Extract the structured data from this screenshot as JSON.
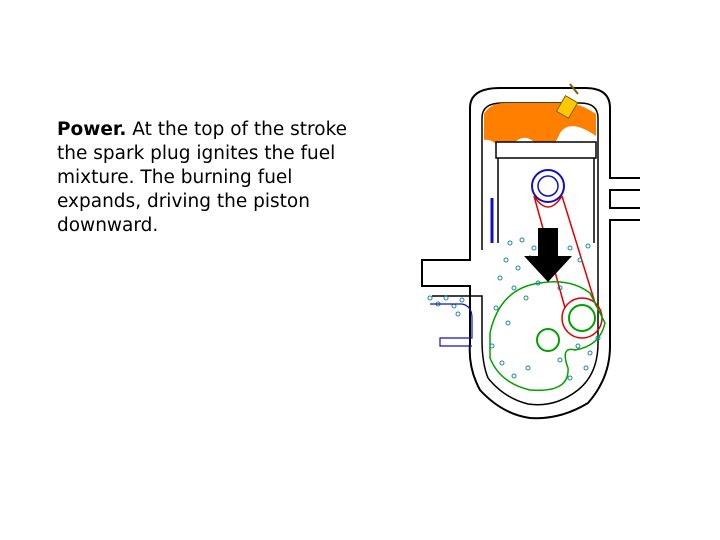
{
  "text": {
    "heading": "Power.",
    "body": " At the top of the stroke the spark plug ignites the fuel mixture. The burning fuel expands, driving the piston downward."
  },
  "diagram": {
    "subject": "two-stroke engine cross-section",
    "stroke": "power",
    "colors": {
      "outline": "#000000",
      "fuel_charge": "#1a8a9a",
      "combustion": "#ff8000",
      "spark_plug": "#ffc800",
      "connecting_rod": "#e00000",
      "wrist_pin": "#1010c0",
      "crankshaft": "#00a000",
      "exhaust": "#1010c0",
      "arrow": "#000000"
    },
    "arrow_direction": "down"
  }
}
